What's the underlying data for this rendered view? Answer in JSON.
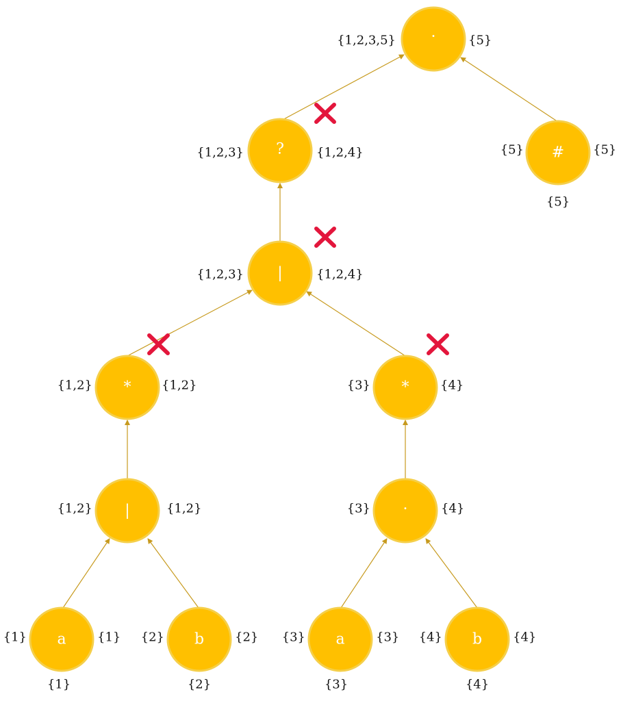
{
  "colors": {
    "node_fill": "#ffc000",
    "node_stroke": "#f5cf4a",
    "edge": "#c79a1e",
    "x_mark": "#e3163c",
    "text": "#111111",
    "node_text": "#ffffff"
  },
  "nodes": {
    "root_concat": {
      "symbol": "·",
      "firstpos": "{1,2,3,5}",
      "lastpos": "{5}"
    },
    "question": {
      "symbol": "?",
      "firstpos": "{1,2,3}",
      "lastpos": "{1,2,4}"
    },
    "end_marker": {
      "symbol": "#",
      "firstpos": "{5}",
      "lastpos": "{5}",
      "followpos": "{5}"
    },
    "union_mid": {
      "symbol": "|",
      "firstpos": "{1,2,3}",
      "lastpos": "{1,2,4}"
    },
    "star_left": {
      "symbol": "*",
      "firstpos": "{1,2}",
      "lastpos": "{1,2}"
    },
    "star_right": {
      "symbol": "*",
      "firstpos": "{3}",
      "lastpos": "{4}"
    },
    "union_low": {
      "symbol": "|",
      "firstpos": "{1,2}",
      "lastpos": "{1,2}"
    },
    "concat_low": {
      "symbol": "·",
      "firstpos": "{3}",
      "lastpos": "{4}"
    },
    "leaf_a1": {
      "symbol": "a",
      "firstpos": "{1}",
      "lastpos": "{1}",
      "followpos": "{1}"
    },
    "leaf_b2": {
      "symbol": "b",
      "firstpos": "{2}",
      "lastpos": "{2}",
      "followpos": "{2}"
    },
    "leaf_a3": {
      "symbol": "a",
      "firstpos": "{3}",
      "lastpos": "{3}",
      "followpos": "{3}"
    },
    "leaf_b4": {
      "symbol": "b",
      "firstpos": "{4}",
      "lastpos": "{4}",
      "followpos": "{4}"
    }
  },
  "nullable_marks": [
    "question",
    "union_mid",
    "star_left",
    "star_right"
  ]
}
